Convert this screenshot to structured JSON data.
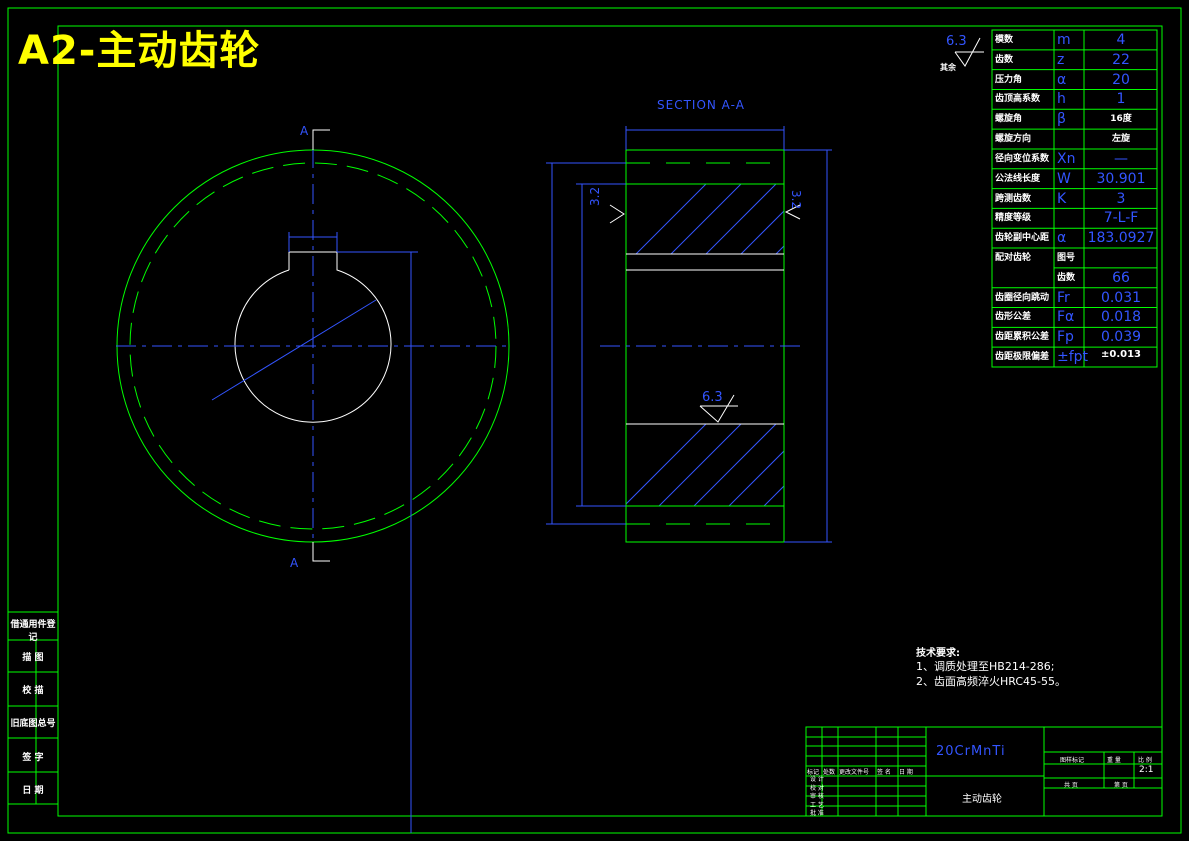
{
  "title": "A2-主动齿轮",
  "section_label": "SECTION A-A",
  "cut_markers": [
    "A",
    "A"
  ],
  "roughness": {
    "general": "6.3",
    "general_note": "其余",
    "bore": "6.3",
    "side_left": "3.2",
    "side_right": "3.2"
  },
  "side_block": [
    "借通用件登记",
    "描 图",
    "校 描",
    "旧底图总号",
    "签 字",
    "日 期"
  ],
  "params": [
    {
      "label": "模数",
      "symbol": "m",
      "value": "4"
    },
    {
      "label": "齿数",
      "symbol": "z",
      "value": "22"
    },
    {
      "label": "压力角",
      "symbol": "α",
      "value": "20"
    },
    {
      "label": "齿顶高系数",
      "symbol": "h",
      "value": "1"
    },
    {
      "label": "螺旋角",
      "symbol": "β",
      "value": "16度"
    },
    {
      "label": "螺旋方向",
      "symbol": "",
      "value": "左旋"
    },
    {
      "label": "径向变位系数",
      "symbol": "Xn",
      "value": "—"
    },
    {
      "label": "公法线长度",
      "symbol": "W",
      "value": "30.901"
    },
    {
      "label": "跨测齿数",
      "symbol": "K",
      "value": "3"
    },
    {
      "label": "精度等级",
      "symbol": "",
      "value": "7-L-F"
    },
    {
      "label": "齿轮副中心距",
      "symbol": "α",
      "value": "183.0927"
    },
    {
      "label": "配对齿轮",
      "symbol": "图号",
      "value": ""
    },
    {
      "label": "",
      "symbol": "齿数",
      "value": "66"
    },
    {
      "label": "齿圈径向跳动",
      "symbol": "Fr",
      "value": "0.031"
    },
    {
      "label": "齿形公差",
      "symbol": "Fα",
      "value": "0.018"
    },
    {
      "label": "齿距累积公差",
      "symbol": "Fp",
      "value": "0.039"
    },
    {
      "label": "齿距极限偏差",
      "symbol": "±fpt",
      "value": "±0.013"
    }
  ],
  "tech_title": "技术要求:",
  "tech_notes": [
    "1、调质处理至HB214-286;",
    "2、齿面高频淬火HRC45-55。"
  ],
  "title_block": {
    "material": "20CrMnTi",
    "part_name": "主动齿轮",
    "scale": "2:1",
    "stage_mark": "图样标记",
    "weight": "重 量",
    "ratio": "比 例",
    "sheet": "共 页",
    "sheet2": "第 页",
    "rev_headers": [
      "标记",
      "处数",
      "更改文件号",
      "签 名",
      "日 期"
    ],
    "roles": [
      "设 计",
      "校 对",
      "审 核",
      "工 艺",
      "批 准"
    ]
  },
  "colors": {
    "frame": "#00ff00",
    "line": "#00ff00",
    "center": "#3355ff",
    "dim": "#3355ff",
    "hatch": "#3355ff",
    "text": "#ffffff",
    "bore": "#ffffff",
    "title": "#ffff00"
  }
}
